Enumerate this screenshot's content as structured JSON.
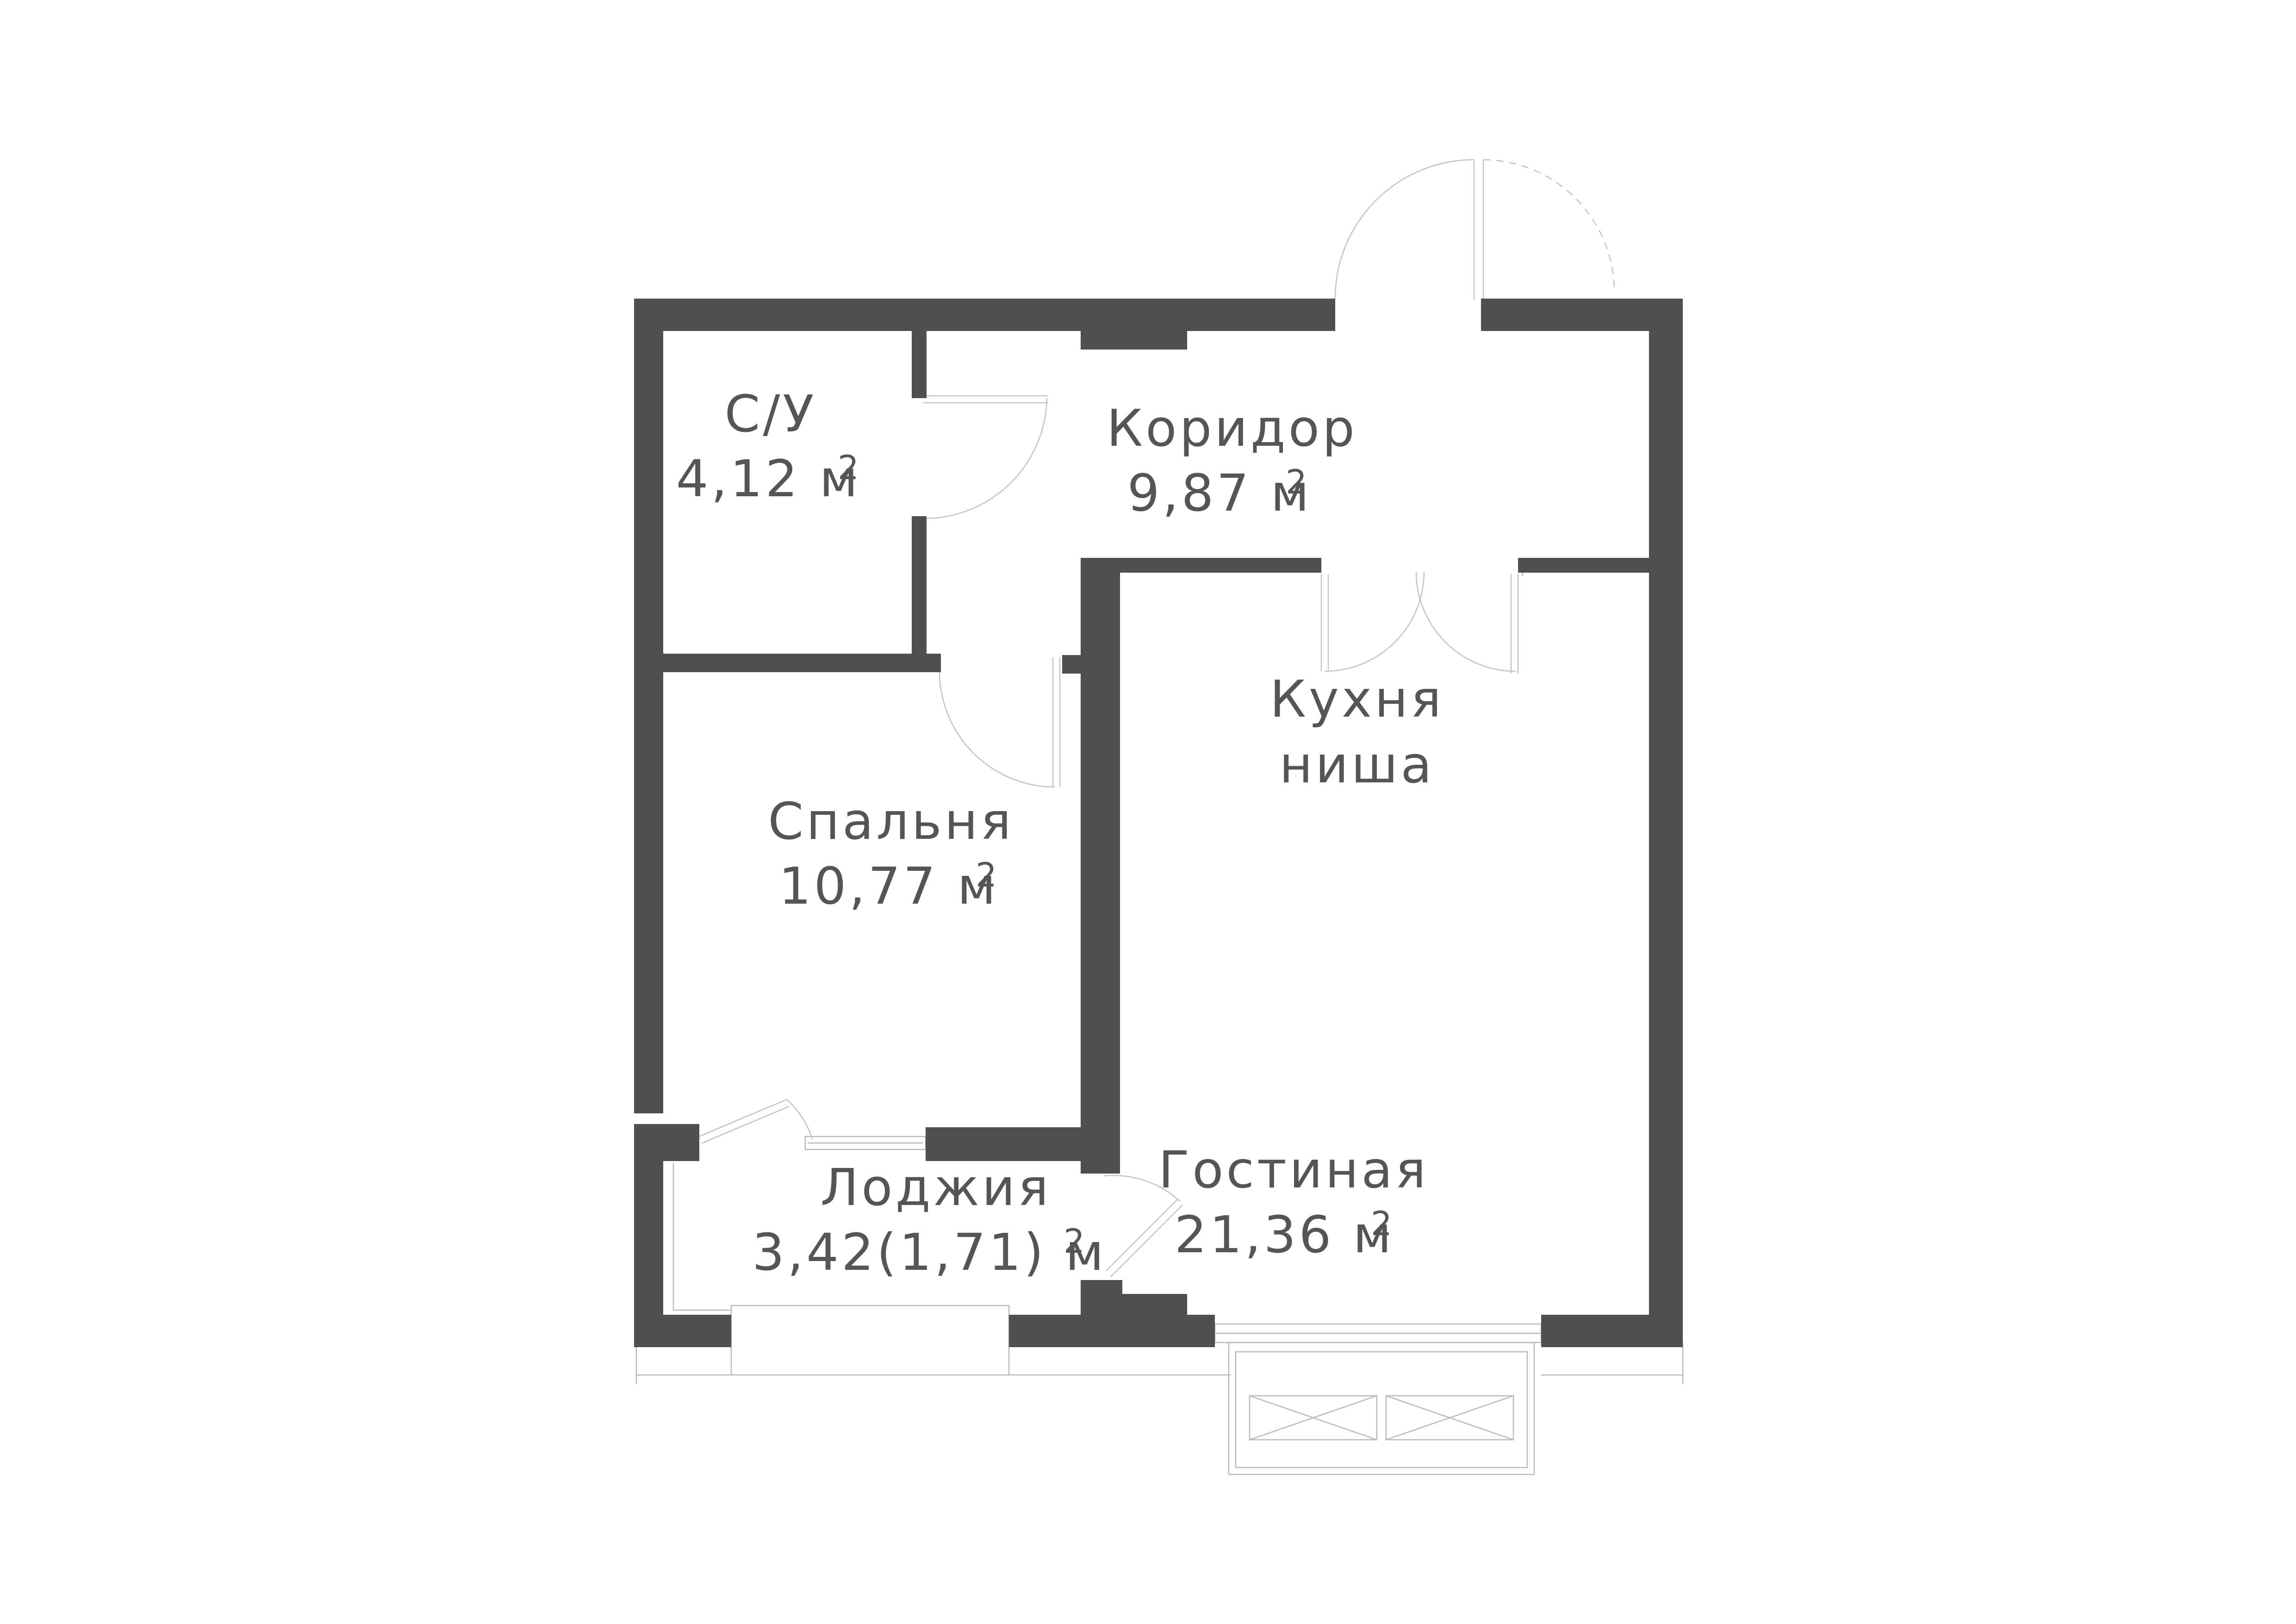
{
  "floor_plan": {
    "unit_suffix": "м",
    "unit_exponent": "2",
    "rooms": [
      {
        "id": "bathroom",
        "name": "С/У",
        "area": "4,12"
      },
      {
        "id": "corridor",
        "name": "Коридор",
        "area": "9,87"
      },
      {
        "id": "kitchen",
        "name": "Кухня",
        "area": "ниша"
      },
      {
        "id": "bedroom",
        "name": "Спальня",
        "area": "10,77"
      },
      {
        "id": "loggia",
        "name": "Лоджия",
        "area": "3,42(1,71)"
      },
      {
        "id": "living",
        "name": "Гостиная",
        "area": "21,36"
      }
    ],
    "colors": {
      "wall": "#4f4f4f",
      "thin_line": "#b9b9b9",
      "text": "#555555",
      "background": "#ffffff"
    }
  }
}
